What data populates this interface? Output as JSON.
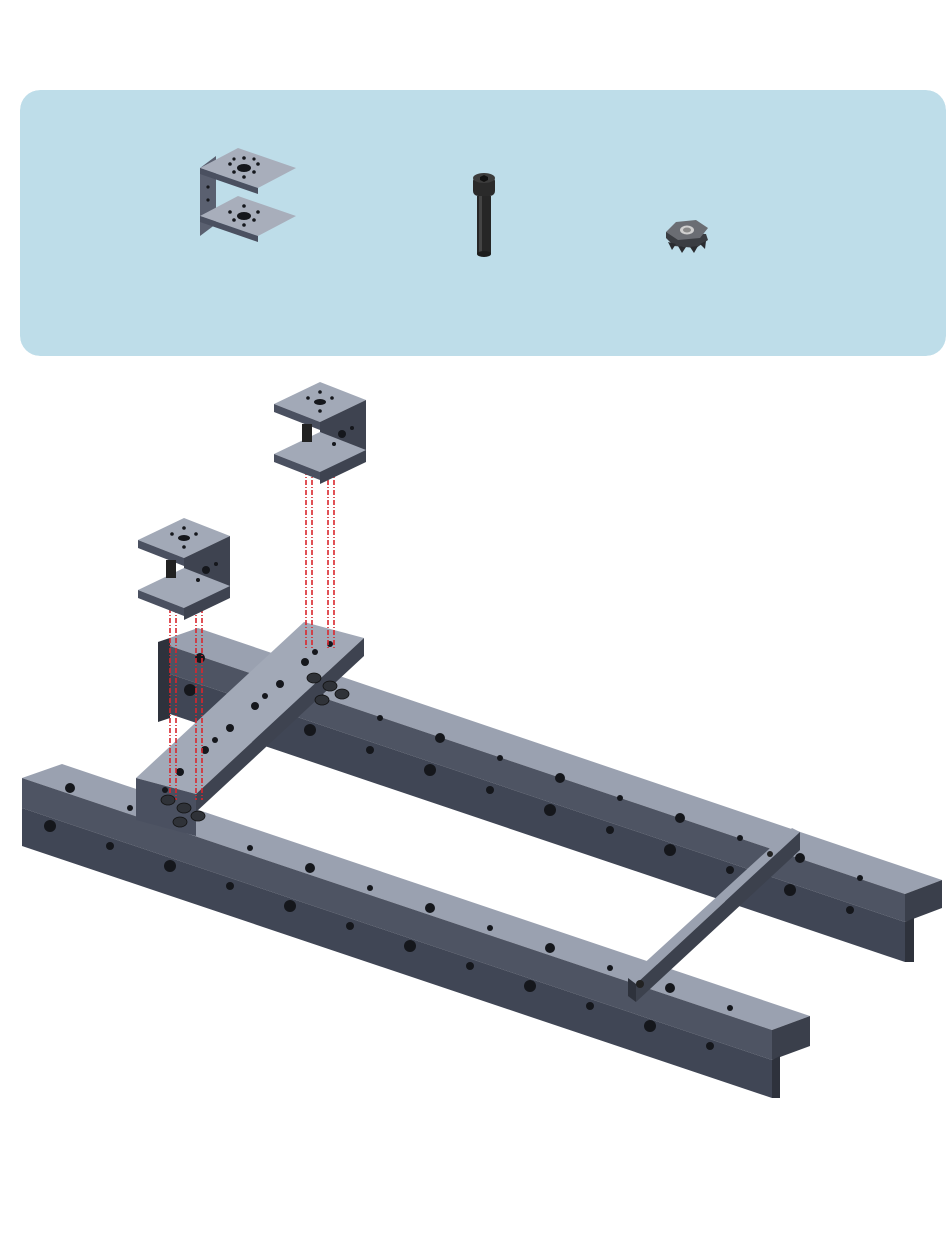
{
  "colors": {
    "panel_background": "#bedde9",
    "page_background": "#ffffff",
    "metal_top": "#9aa1b0",
    "metal_side": "#4a5060",
    "metal_dark": "#2e323c",
    "hole": "#15171c",
    "alignment_line": "#d9262d",
    "screw": "#262626",
    "nut": "#5a5d62"
  },
  "parts_panel": {
    "items": [
      {
        "name": "bracket-icon"
      },
      {
        "name": "socket-head-screw-icon"
      },
      {
        "name": "kep-nut-icon"
      }
    ]
  },
  "assembly": {
    "parts": [
      "front-channel-beam",
      "rear-channel-beam",
      "cross-flat-bar",
      "rear-cross-bar",
      "bracket-left",
      "bracket-right",
      "screws",
      "nuts",
      "alignment-lines"
    ]
  }
}
